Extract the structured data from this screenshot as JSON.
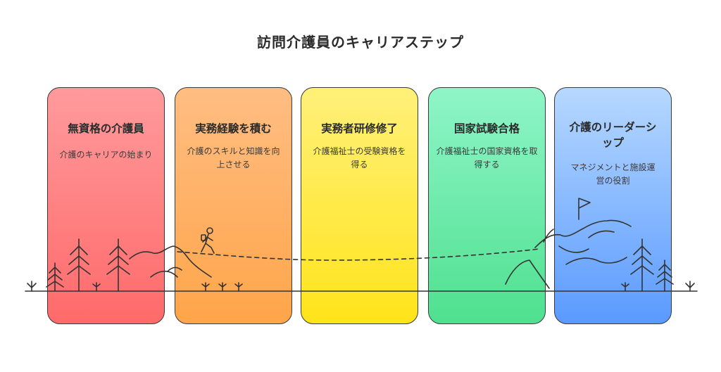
{
  "title": "訪問介護員のキャリアステップ",
  "steps": [
    {
      "title": "無資格の介護員",
      "desc": "介護のキャリアの始まり"
    },
    {
      "title": "実務経験を積む",
      "desc": "介護のスキルと知識を向上させる"
    },
    {
      "title": "実務者研修修了",
      "desc": "介護福祉士の受験資格を得る"
    },
    {
      "title": "国家試験合格",
      "desc": "介護福祉士の国家資格を取得する"
    },
    {
      "title": "介護のリーダーシップ",
      "desc": "マネジメントと施設運営の役割"
    }
  ],
  "colors": {
    "step1": "#ff7f80",
    "step2": "#ffae5c",
    "step3": "#ffe93d",
    "step4": "#63e8a5",
    "step5": "#7ab0ff",
    "line": "#333333"
  },
  "icons": [
    "tree-icon",
    "mountain-icon",
    "hiker-icon",
    "flag-icon",
    "grass-icon"
  ]
}
